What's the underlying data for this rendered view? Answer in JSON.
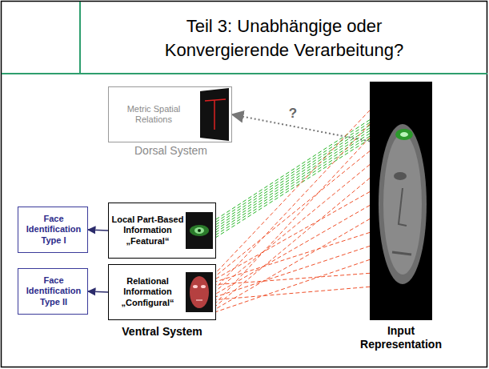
{
  "diagram": {
    "title": "Teil 3: Unabhängige oder Konvergierende Verarbeitung?",
    "nodes": [
      {
        "text": [
          "Metric Spatial Relations",
          "Dorsal System"
        ]
      },
      {
        "text": [
          "Local Part-Based Information „Featural“"
        ]
      },
      {
        "text": [
          "Relational Information „Configural“"
        ]
      },
      {
        "text": [
          "Face Identification Type I"
        ]
      },
      {
        "text": [
          "Face Identification Type II"
        ]
      },
      {
        "text": [
          "Input Representation"
        ]
      }
    ],
    "edges": [
      {
        "from": 5,
        "to": 0,
        "label": "?",
        "arrow": "to"
      },
      {
        "from": 5,
        "to": 1,
        "arrow": "none"
      },
      {
        "from": 5,
        "to": 2,
        "arrow": "none"
      },
      {
        "from": 1,
        "to": 3,
        "arrow": "to"
      },
      {
        "from": 2,
        "to": 4,
        "arrow": "to"
      }
    ],
    "labels": [
      "Ventral System"
    ]
  }
}
